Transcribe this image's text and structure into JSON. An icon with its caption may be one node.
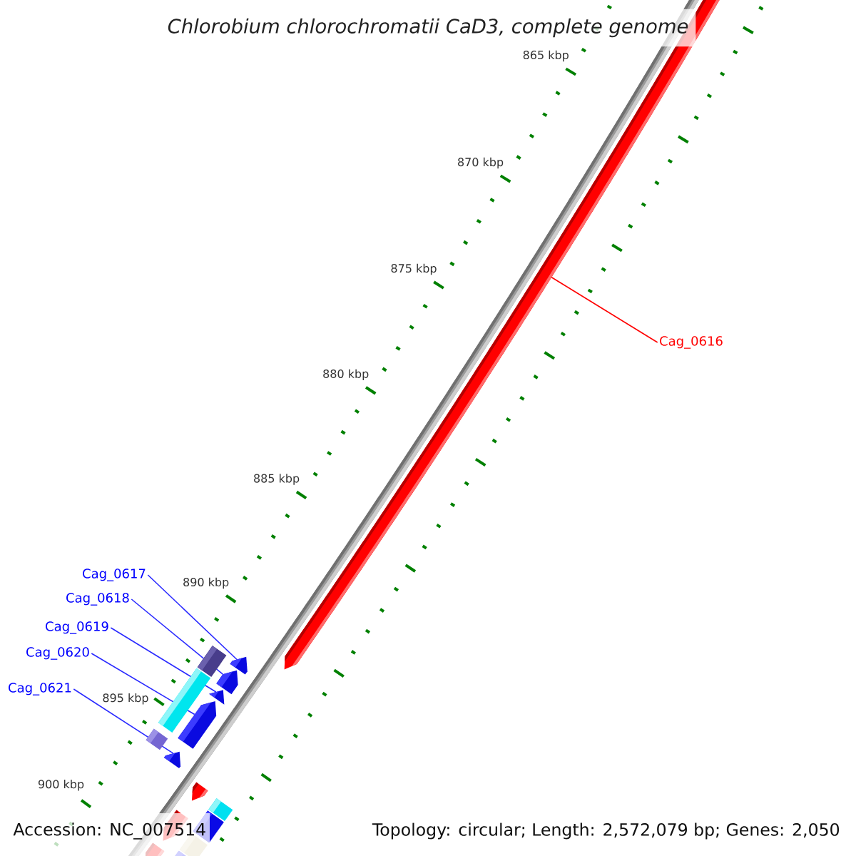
{
  "diagram": {
    "title": "Chlorobium chlorochromatii CaD3, complete genome",
    "nodes": [
      {
        "text": [
          "Cag_0616"
        ]
      },
      {
        "text": [],
        "shape": "bar"
      },
      {
        "text": [
          "Cag_0617"
        ]
      },
      {
        "text": [
          "Cag_0618"
        ]
      },
      {
        "text": [
          "Cag_0619"
        ]
      },
      {
        "text": [
          "Cag_0620"
        ]
      },
      {
        "text": [
          "Cag_0621"
        ]
      },
      {
        "text": [],
        "shape": "bar"
      },
      {
        "text": [],
        "shape": "bar"
      },
      {
        "text": [],
        "shape": "bar"
      },
      {
        "text": [],
        "shape": "bar"
      },
      {
        "text": [],
        "shape": "bar"
      }
    ],
    "edges": [
      {
        "from": 0,
        "to": 1,
        "arrow": "none",
        "color": "#ff0000"
      },
      {
        "from": 2,
        "to": 7,
        "arrow": "none"
      },
      {
        "from": 3,
        "to": 8,
        "arrow": "none"
      },
      {
        "from": 4,
        "to": 9,
        "arrow": "none"
      },
      {
        "from": 5,
        "to": 10,
        "arrow": "none"
      },
      {
        "from": 6,
        "to": 11,
        "arrow": "none"
      }
    ],
    "labels": [
      "865 kbp",
      "870 kbp",
      "875 kbp",
      "880 kbp",
      "885 kbp",
      "890 kbp",
      "895 kbp",
      "900 kbp",
      "Accession: NC_007514",
      "Topology: circular; Length: 2,572,079 bp; Genes: 2,050"
    ]
  }
}
